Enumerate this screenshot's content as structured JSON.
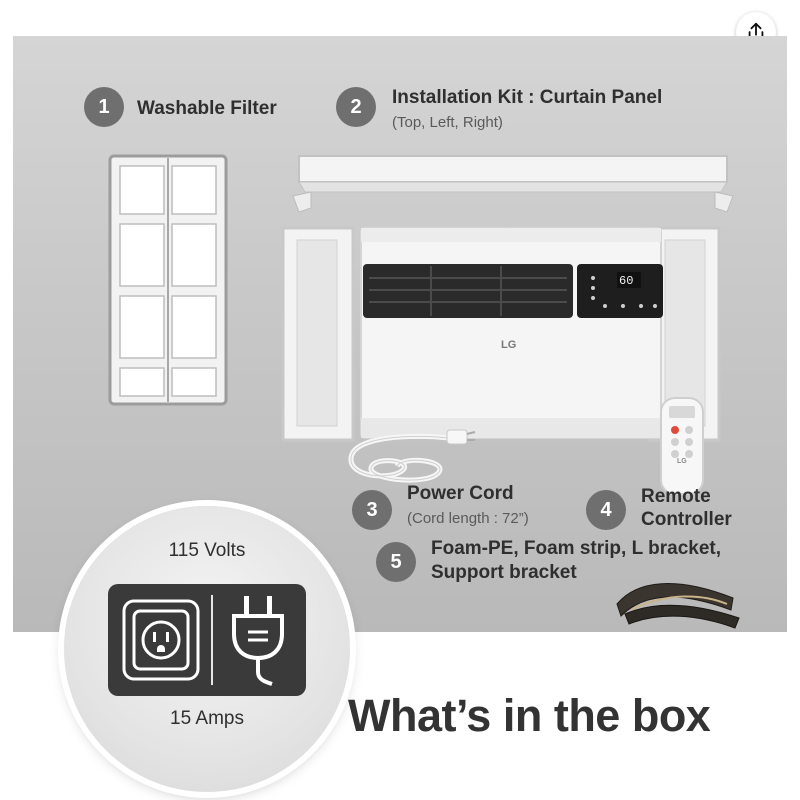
{
  "items": [
    {
      "num": "1",
      "title": "Washable Filter",
      "subtitle": ""
    },
    {
      "num": "2",
      "title": "Installation Kit : Curtain Panel",
      "subtitle": "(Top, Left, Right)"
    },
    {
      "num": "3",
      "title": "Power Cord",
      "subtitle": "(Cord length : 72”)"
    },
    {
      "num": "4",
      "title": "Remote",
      "title2": "Controller",
      "subtitle": ""
    },
    {
      "num": "5",
      "title": "Foam-PE, Foam strip, L bracket,",
      "title2": "Support bracket",
      "subtitle": ""
    }
  ],
  "ac_unit": {
    "brand": "LG",
    "display": "60"
  },
  "remote": {
    "brand": "LG"
  },
  "badge": {
    "volts": "115 Volts",
    "amps": "15 Amps"
  },
  "caption": "What’s in the box",
  "icons": {
    "share": "share-icon",
    "outlet": "outlet-icon",
    "plug": "plug-icon"
  },
  "colors": {
    "panel": "#c9c9c9",
    "number_badge": "#6f6f6f",
    "plug_box": "#3a3a3a"
  }
}
